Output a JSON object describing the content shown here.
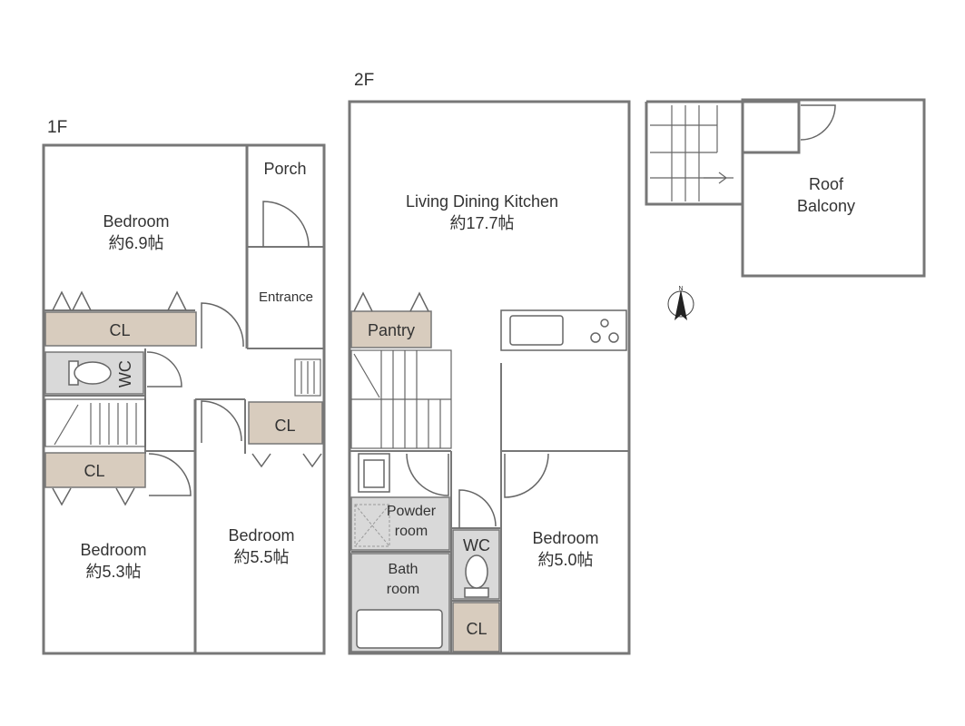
{
  "floors": {
    "first": "1F",
    "second": "2F"
  },
  "first_floor": {
    "porch": "Porch",
    "entrance": "Entrance",
    "bedroom_a": {
      "name": "Bedroom",
      "size": "約6.9帖"
    },
    "bedroom_b": {
      "name": "Bedroom",
      "size": "約5.3帖"
    },
    "bedroom_c": {
      "name": "Bedroom",
      "size": "約5.5帖"
    },
    "closet_1": "CL",
    "closet_2": "CL",
    "closet_3": "CL",
    "wc": "WC"
  },
  "second_floor": {
    "ldk": {
      "name": "Living Dining Kitchen",
      "size": "約17.7帖"
    },
    "pantry": "Pantry",
    "powder": [
      "Powder",
      "room"
    ],
    "bath": [
      "Bath",
      "room"
    ],
    "wc": "WC",
    "closet": "CL",
    "bedroom": {
      "name": "Bedroom",
      "size": "約5.0帖"
    }
  },
  "roof": {
    "label": [
      "Roof",
      "Balcony"
    ]
  },
  "compass": {
    "label": "N"
  },
  "colors": {
    "wall": "#777777",
    "closet": "#d8ccbe",
    "wet_area": "#d9d9d9",
    "fixture_line": "#666666"
  }
}
